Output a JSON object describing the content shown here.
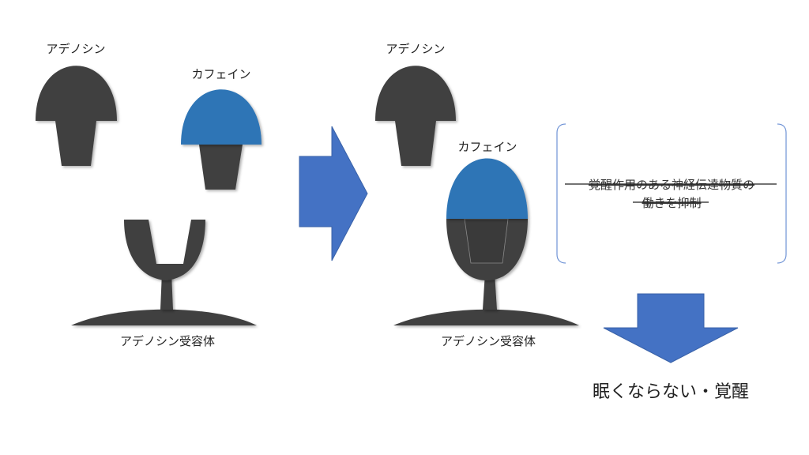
{
  "left": {
    "adenosine_label": "アデノシン",
    "caffeine_label": "カフェイン",
    "receptor_label": "アデノシン受容体"
  },
  "right": {
    "adenosine_label": "アデノシン",
    "caffeine_label": "カフェイン",
    "receptor_label": "アデノシン受容体"
  },
  "note_box": {
    "line1": "覚醒作用のある神経伝達物質の",
    "line2": "働きを抑制"
  },
  "result_text": "眠くならない・覚醒",
  "colors": {
    "molecule": "#404040",
    "caffeine": "#2e75b6",
    "arrow": "#4472c4"
  }
}
